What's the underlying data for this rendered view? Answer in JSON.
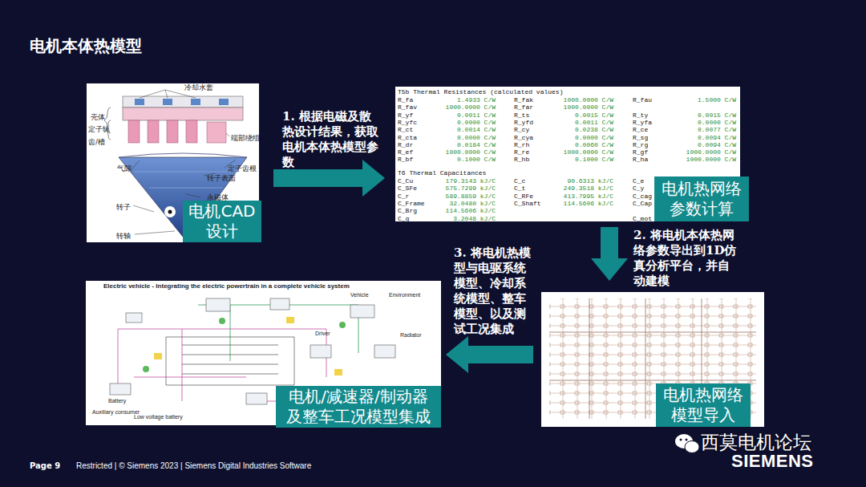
{
  "diagram": {
    "title": "电机本体热模型",
    "nodes": [
      {
        "text": [
          "冷却水套",
          "壳体",
          "定子轭",
          "齿/槽",
          "端部绕组",
          "气隙",
          "转子表面",
          "定子齿根",
          "转子",
          "永磁体",
          "转轴"
        ]
      },
      {
        "text": [
          "电机CAD 设计"
        ],
        "in": 0
      },
      {
        "text": [
          "T5b Thermal Resistances (calculated values)",
          "R_fa",
          "1.4933 C/W",
          "R_fak",
          "1000.0000 C/W",
          "R_fau",
          "1.5000 C/W",
          "R_fav",
          "1000.0000 C/W",
          "R_far",
          "1000.0000 C/W",
          "R_yf",
          "0.0011 C/W",
          "R_ts",
          "0.0015 C/W",
          "R_ty",
          "0.0015 C/W",
          "R_yfc",
          "0.0000 C/W",
          "R_yfd",
          "0.0011 C/W",
          "R_yfa",
          "0.0000 C/W",
          "R_ct",
          "0.0014 C/W",
          "R_cy",
          "0.0238 C/W",
          "R_ce",
          "0.0077 C/W",
          "R_cta",
          "0.0000 C/W",
          "R_cya",
          "0.0000 C/W",
          "R_sg",
          "0.0094 C/W",
          "R_dr",
          "0.0184 C/W",
          "R_rh",
          "0.0060 C/W",
          "R_rg",
          "0.0094 C/W",
          "R_ef",
          "1000.0000 C/W",
          "R_re",
          "1000.0000 C/W",
          "R_gf",
          "1000.0000 C/W",
          "R_bf",
          "0.1000 C/W",
          "R_hb",
          "0.1000 C/W",
          "R_ha",
          "1000.0000 C/W",
          "T6 Thermal Capacitances",
          "C_Cu",
          "179.3143 kJ/C",
          "C_c",
          "90.6313 kJ/C",
          "C_e",
          "C_SFe",
          "575.7299 kJ/C",
          "C_t",
          "249.3518 kJ/C",
          "C_y",
          "C_r",
          "589.8859 kJ/C",
          "C_RFe",
          "413.7995 kJ/C",
          "C_cag",
          "C_Frame",
          "32.0480 kJ/C",
          "C_Shaft",
          "114.5606 kJ/C",
          "C_Cap",
          "C_Brg",
          "114.5606 kJ/C",
          "C_g",
          "3.2048 kJ/C",
          "C_mot"
        ]
      },
      {
        "text": [
          "电机热网络 参数计算"
        ],
        "in": 2
      },
      {
        "text": [
          "Electric vehicle - Integrating the electric powertrain in a complete vehicle system",
          "Vehicle",
          "Environment",
          "Driver",
          "Radiator",
          "Battery",
          "Auxiliary consumer",
          "Low voltage battery"
        ]
      },
      {
        "text": [
          "电机/减速器/制动器 及整车工况模型集成"
        ],
        "in": 4
      },
      {
        "text": []
      },
      {
        "text": [
          "电机热网络 模型导入"
        ],
        "in": 6
      }
    ],
    "edges": [
      {
        "from": 0,
        "to": 2,
        "arrow": "to",
        "label": "1. 根据电磁及散热设计结果，获取电机本体热模型参数"
      },
      {
        "from": 2,
        "to": 6,
        "arrow": "to",
        "label": "2. 将电机本体热网络参数导出到1D仿真分析平台，并自动建模"
      },
      {
        "from": 6,
        "to": 4,
        "arrow": "to",
        "label": "3. 将电机热模型与电驱系统模型、冷却系统模型、整车模型、以及测试工况集成"
      }
    ],
    "labels": [
      "Page 9",
      "Restricted | © Siemens 2023 | Siemens Digital Industries Software",
      "西莫电机论坛",
      "SIEMENS"
    ]
  }
}
